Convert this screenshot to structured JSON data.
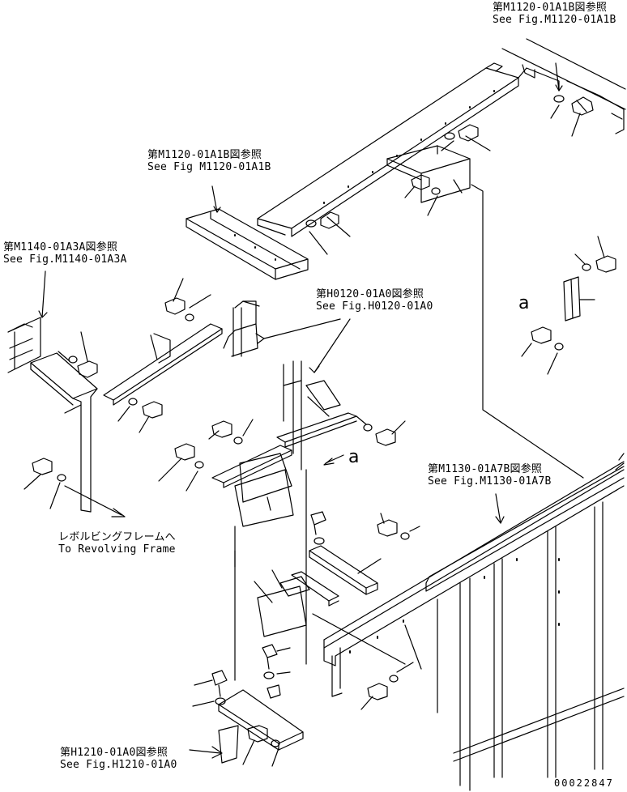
{
  "refs": {
    "top_right": {
      "jp": "第M1120-01A1B図参照",
      "en": "See Fig.M1120-01A1B"
    },
    "upper_mid": {
      "jp": "第M1120-01A1B図参照",
      "en": "See Fig M1120-01A1B"
    },
    "left": {
      "jp": "第M1140-01A3A図参照",
      "en": "See Fig.M1140-01A3A"
    },
    "center": {
      "jp": "第H0120-01A0図参照",
      "en": "See Fig.H0120-01A0"
    },
    "right_rail": {
      "jp": "第M1130-01A7B図参照",
      "en": "See Fig.M1130-01A7B"
    },
    "bottom": {
      "jp": "第H1210-01A0図参照",
      "en": "See Fig.H1210-01A0"
    }
  },
  "revolving_frame": {
    "jp": "レボルビングフレームへ",
    "en": "To Revolving Frame"
  },
  "view_marks": {
    "right": "a",
    "center": "a"
  },
  "drawing_number": "00022847"
}
